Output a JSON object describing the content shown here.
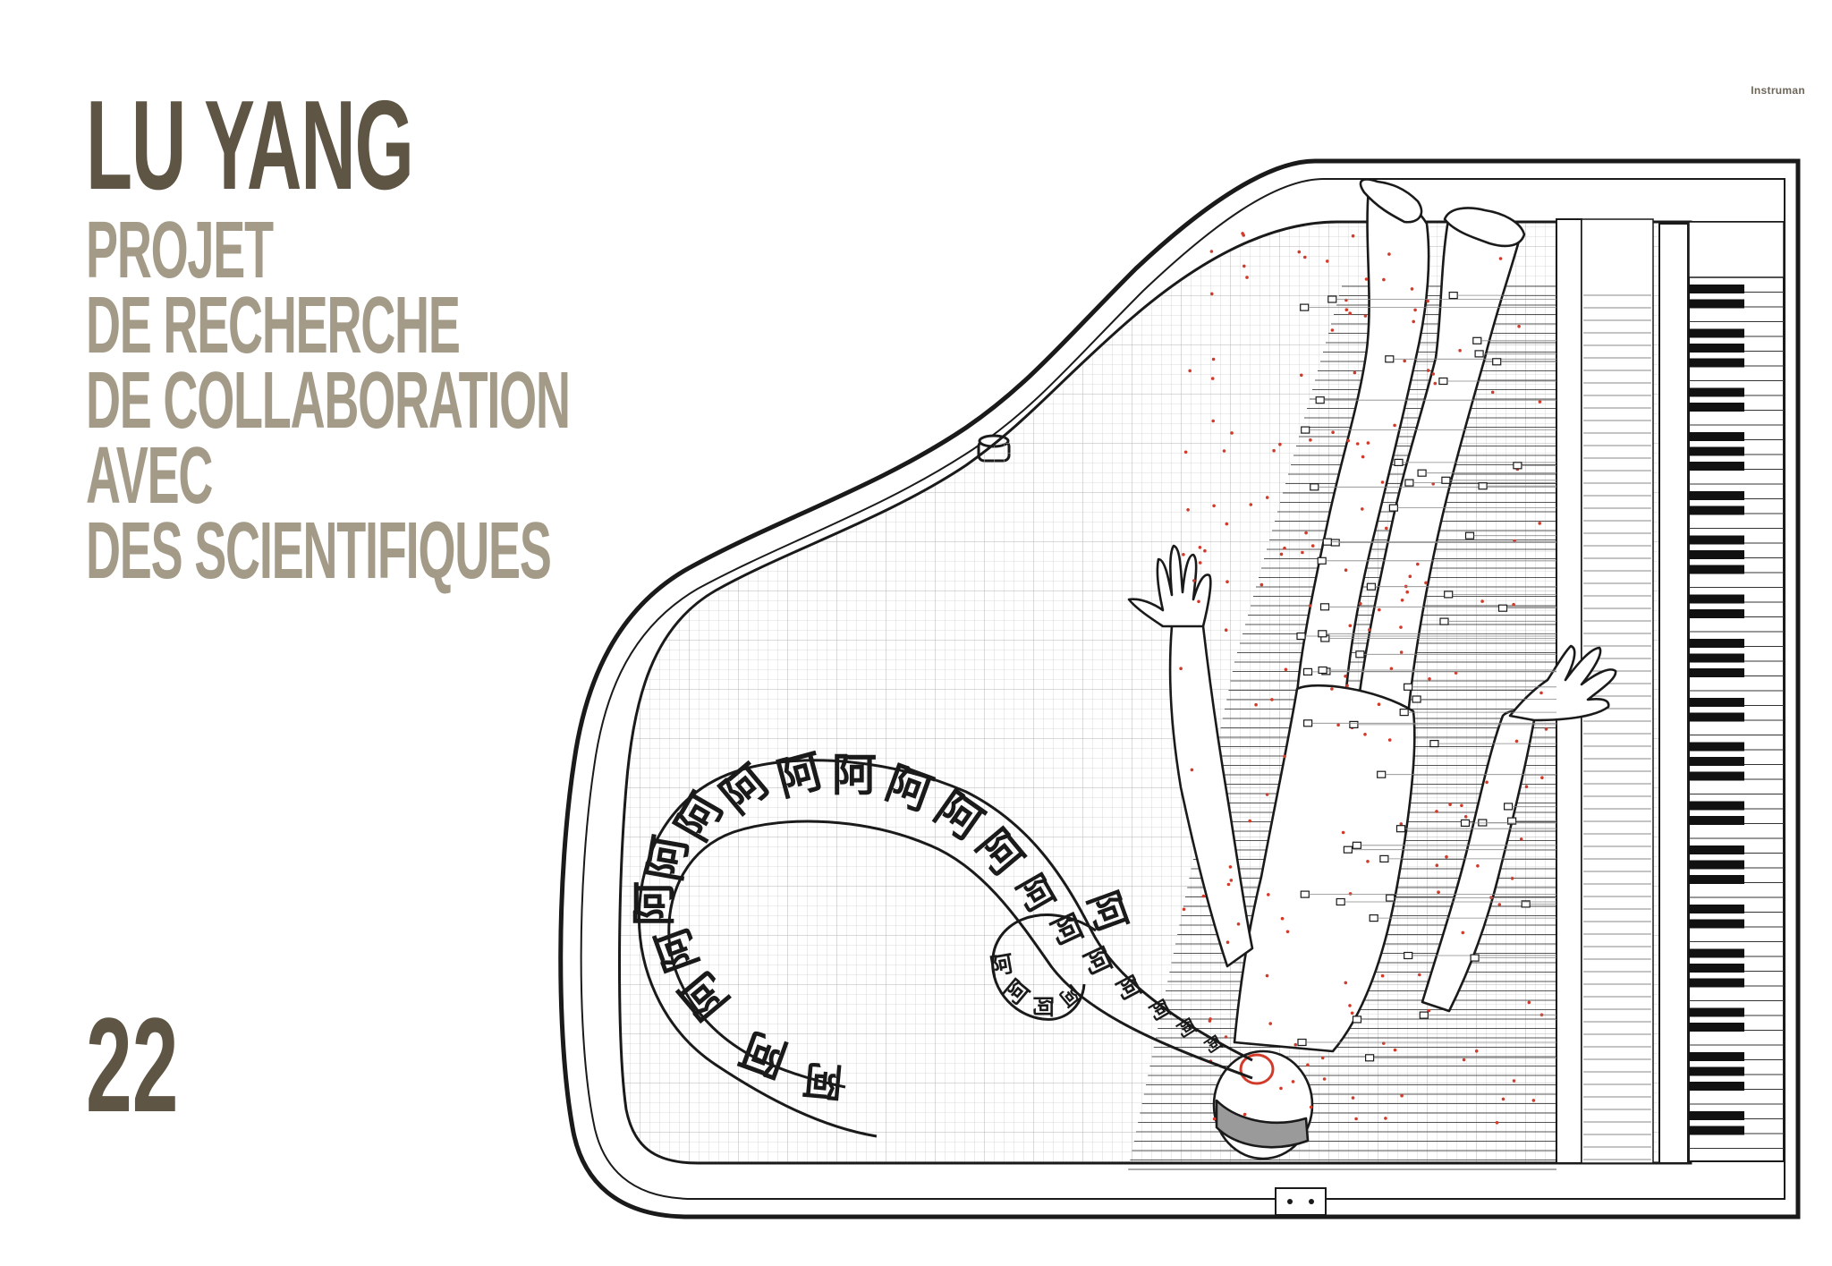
{
  "header": {
    "artist": "LU YANG",
    "subtitle_lines": [
      "PROJET",
      "DE RECHERCHE",
      "DE COLLABORATION",
      "AVEC",
      "DES SCIENTIFIQUES"
    ]
  },
  "page_number": "22",
  "artwork": {
    "label": "Instruman",
    "glyphs": [
      "阿",
      "阿",
      "阿",
      "阿",
      "阿",
      "阿",
      "阿",
      "阿",
      "阿",
      "阿",
      "阿",
      "阿",
      "阿",
      "阿",
      "阿",
      "阿",
      "阿",
      "阿",
      "阿",
      "阿",
      "阿",
      "阿",
      "阿",
      "阿",
      "阿"
    ]
  },
  "colors": {
    "title_dark": "#5f5545",
    "title_light": "#a39b88",
    "line": "#1a1a1a",
    "grid": "#cfcfcf",
    "accent_red": "#d23a2a"
  }
}
